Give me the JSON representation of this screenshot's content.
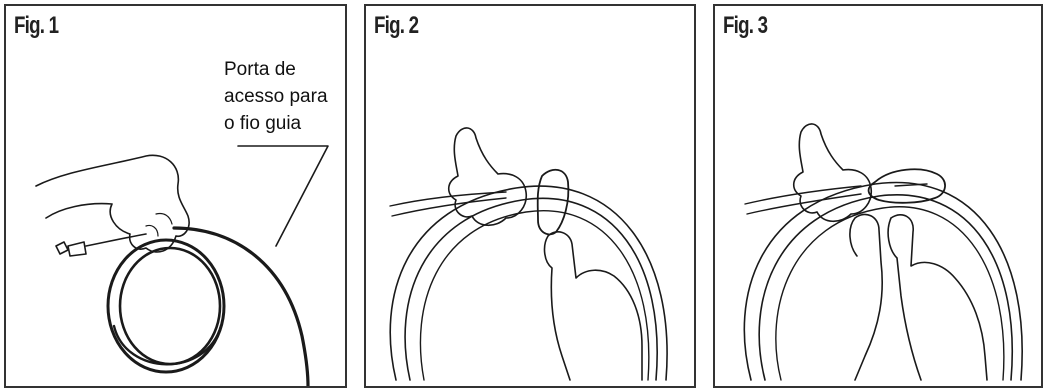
{
  "figures": [
    {
      "label": "Fig. 1",
      "callout": [
        "Porta de",
        "acesso para",
        "o fio guia"
      ]
    },
    {
      "label": "Fig. 2"
    },
    {
      "label": "Fig. 3"
    }
  ]
}
